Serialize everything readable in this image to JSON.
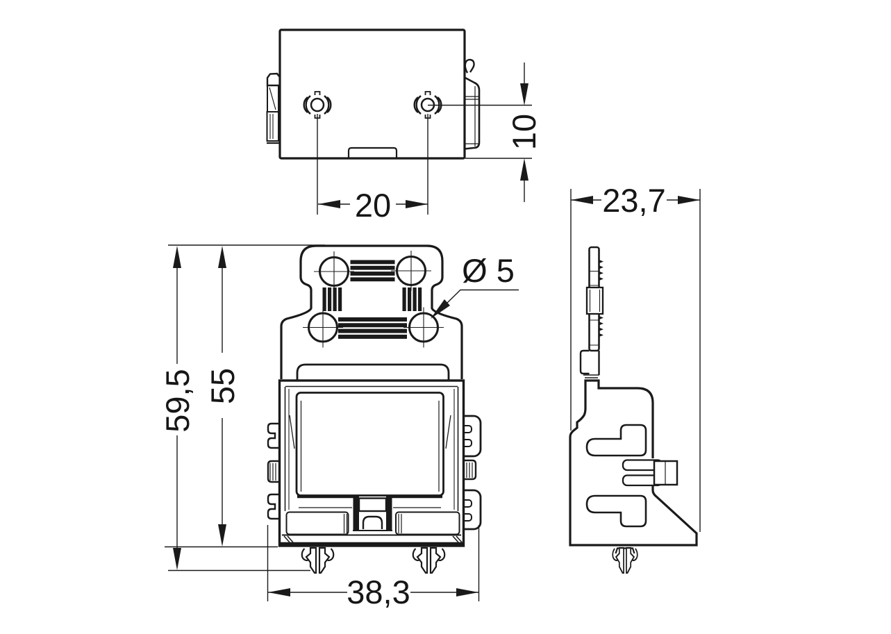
{
  "meta": {
    "drawing_type": "technical-dimension-drawing",
    "line_color": "#1a1a1a",
    "background_color": "#ffffff",
    "views": [
      "top-view",
      "front-view",
      "side-view"
    ]
  },
  "dimensions": {
    "pin_spacing": "20",
    "pin_edge_offset": "10",
    "total_height": "59,5",
    "housing_height": "55",
    "housing_width": "38,3",
    "depth": "23,7",
    "hole_diameter": "Ø 5"
  }
}
